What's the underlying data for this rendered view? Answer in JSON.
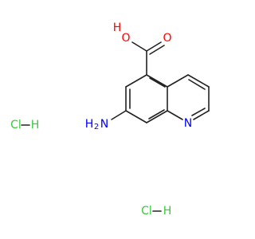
{
  "molecule": {
    "atoms": {
      "O_hydroxyl": {
        "label": "O",
        "color": "#ff0000"
      },
      "H_hydroxyl": {
        "label": "H",
        "color": "#ff0000"
      },
      "O_carbonyl": {
        "label": "O",
        "color": "#ff0000"
      },
      "N_ring": {
        "label": "N",
        "color": "#0000ff"
      },
      "N_amine": {
        "label": "N",
        "color": "#0000ff"
      },
      "H_amine": {
        "label": "H",
        "color": "#0000ff"
      },
      "H_amine_2": {
        "label": "2",
        "color": "#0000ff"
      }
    }
  },
  "salts": [
    {
      "cl": "Cl",
      "dash": "—",
      "h": "H",
      "color_cl": "#33cc33",
      "color_h": "#33cc33"
    },
    {
      "cl": "Cl",
      "dash": "—",
      "h": "H",
      "color_cl": "#33cc33",
      "color_h": "#33cc33"
    }
  ]
}
